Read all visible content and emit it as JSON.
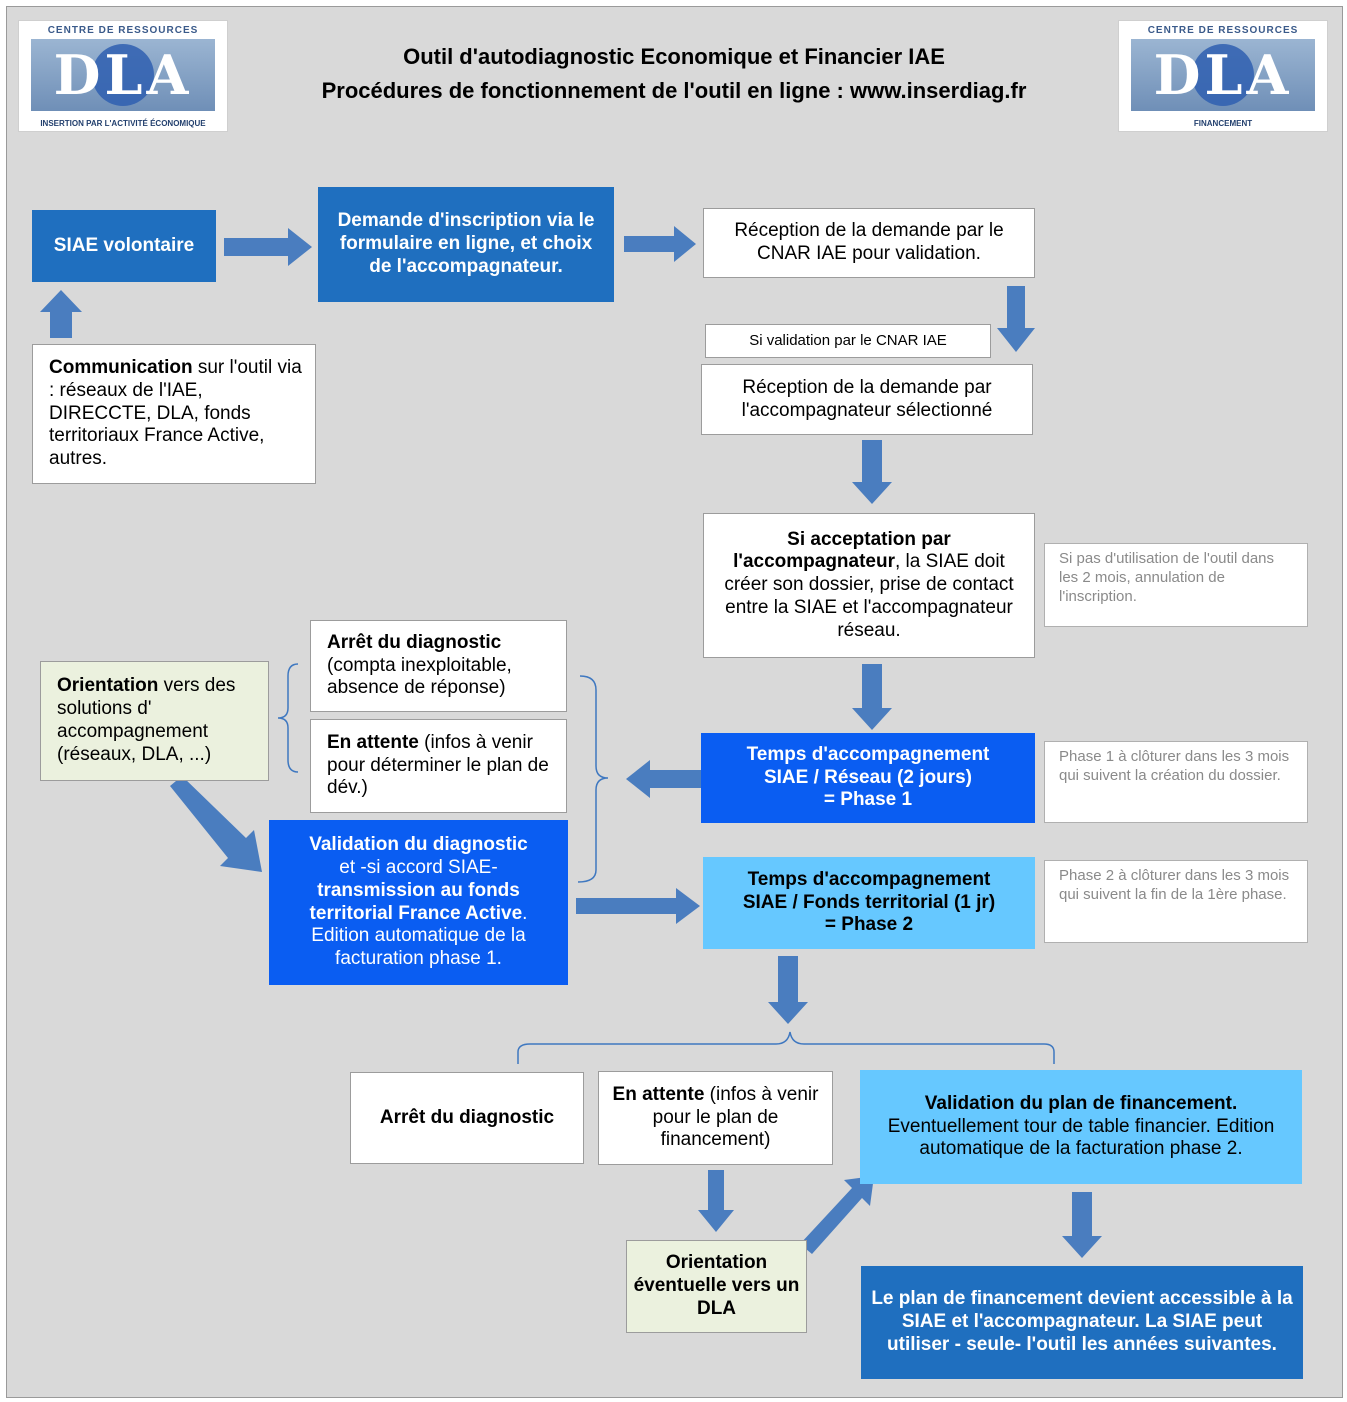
{
  "header": {
    "title_line1": "Outil d'autodiagnostic Economique et Financier IAE",
    "title_line2": "Procédures de fonctionnement de l'outil en ligne : www.inserdiag.fr",
    "logo_left": {
      "top": "CENTRE DE RESSOURCES",
      "letters": "DLA",
      "bottom": "INSERTION PAR L'ACTIVITÉ ÉCONOMIQUE"
    },
    "logo_right": {
      "top": "CENTRE DE RESSOURCES",
      "letters": "DLA",
      "bottom": "FINANCEMENT"
    }
  },
  "nodes": {
    "siae_volontaire": "SIAE volontaire",
    "demande_inscription": "Demande d'inscription via le formulaire en ligne, et choix de l'accompagnateur.",
    "reception_cnar": "Réception de la demande par le CNAR IAE pour validation.",
    "communication_bold": "Communication",
    "communication_rest": " sur l'outil via : réseaux de l'IAE, DIRECCTE, DLA, fonds territoriaux France Active, autres.",
    "si_validation": "Si validation par le CNAR IAE",
    "reception_accomp": "Réception de la demande par l'accompagnateur sélectionné",
    "acceptation_bold": "Si acceptation par l'accompagnateur",
    "acceptation_rest": ", la SIAE doit créer son dossier, prise de contact entre la SIAE et l'accompagnateur réseau.",
    "note_annulation": "Si pas d'utilisation de l'outil dans les 2 mois, annulation de l'inscription.",
    "arret1_bold": "Arrêt du diagnostic",
    "arret1_rest": "(compta inexploitable, absence de réponse)",
    "attente1_bold": "En attente",
    "attente1_rest": " (infos à venir pour déterminer le plan de dév.)",
    "orientation_bold": "Orientation",
    "orientation_rest": " vers des solutions d' accompagnement (réseaux, DLA, ...)",
    "phase1_line1": "Temps d'accompagnement",
    "phase1_line2": "SIAE / Réseau (2 jours)",
    "phase1_line3": "= Phase 1",
    "note_phase1": "Phase 1 à clôturer dans les 3 mois qui suivent la création du dossier.",
    "validation_diag_b1": "Validation du diagnostic",
    "validation_diag_t1": "et -si accord SIAE-",
    "validation_diag_b2": "transmission au  fonds territorial France Active",
    "validation_diag_t2": ". Edition automatique  de la facturation phase 1.",
    "phase2_line1": "Temps d'accompagnement",
    "phase2_line2": "SIAE / Fonds territorial (1 jr)",
    "phase2_line3": "= Phase 2",
    "note_phase2": "Phase 2 à clôturer dans les 3 mois qui suivent la fin de la 1ère phase.",
    "arret2": "Arrêt du diagnostic",
    "attente2_bold": "En attente",
    "attente2_rest": " (infos à venir pour  le plan de financement)",
    "validation_plan_bold": "Validation du plan de financement.",
    "validation_plan_rest": "Eventuellement  tour de table financier. Edition automatique  de la facturation phase 2.",
    "orientation_dla": "Orientation éventuelle vers un DLA",
    "plan_accessible": "Le plan de financement devient accessible à la SIAE et l'accompagnateur. La SIAE peut utiliser - seule- l'outil les années suivantes."
  },
  "colors": {
    "background": "#d9d9d9",
    "dark_blue": "#1f6fbf",
    "bright_blue": "#0a5df2",
    "light_blue": "#66c8ff",
    "cream": "#ebf1de",
    "arrow": "#4a7dbf"
  }
}
